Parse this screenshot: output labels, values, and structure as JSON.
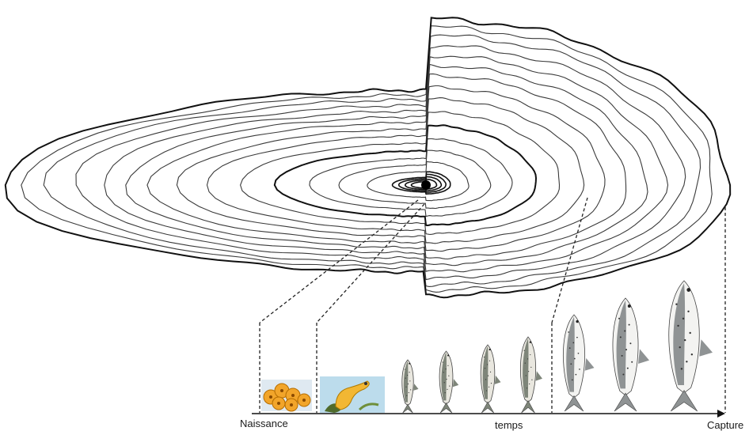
{
  "labels": {
    "birth": "Naissance",
    "time": "temps",
    "capture": "Capture"
  },
  "colors": {
    "ring_stroke": "#3a3a3a",
    "outline_stroke": "#111111",
    "fish_back": "#7e8579",
    "fish_belly": "#e9e7df",
    "adult_back": "#8f9394",
    "adult_belly": "#f3f3f1",
    "egg": "#f2a52a",
    "larva_bg": "#bcdcec"
  },
  "icons": [
    "otolith-rings",
    "egg-cluster-icon",
    "larva-icon",
    "juvenile-fish-icon",
    "adult-salmon-icon"
  ]
}
